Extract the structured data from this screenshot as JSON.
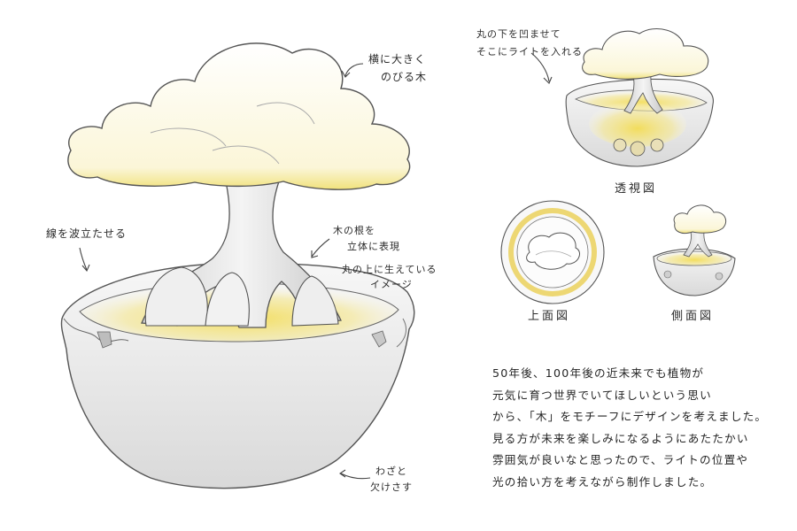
{
  "annotations": {
    "crown_note": [
      "横に大きく",
      "のびる木"
    ],
    "waves_note": "線を波立たせる",
    "roots_note": [
      "木の根を",
      "立体に表現",
      "丸の上に生えている",
      "イメージ"
    ],
    "chip_note": [
      "わざと",
      "欠けさす"
    ],
    "light_note": [
      "丸の下を凹ませて",
      "そこにライトを入れる"
    ]
  },
  "views": {
    "perspective": "透視図",
    "top": "上面図",
    "side": "側面図"
  },
  "description_lines": [
    "50年後、100年後の近未来でも植物が",
    "元気に育つ世界でいてほしいという思い",
    "から、「木」をモチーフにデザインを考えました。",
    "見る方が未来を楽しみになるようにあたたかい",
    "雰囲気が良いなと思ったので、ライトの位置や",
    "光の拾い方を考えながら制作しました。"
  ],
  "colors": {
    "pencil": "#555555",
    "glow": "#f4e27a",
    "shade": "#d7d7d7"
  }
}
